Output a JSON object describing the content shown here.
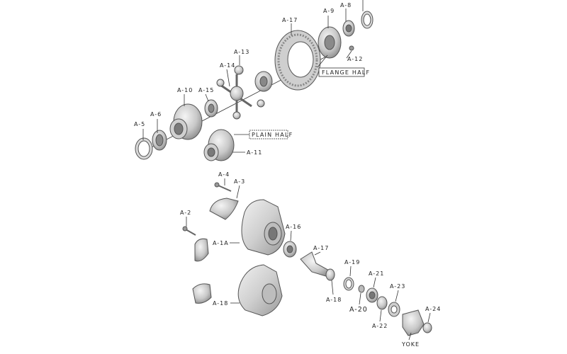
{
  "labels": {
    "a1a": "A-1A",
    "a2": "A-2",
    "a3": "A-3",
    "a4": "A-4",
    "a5": "A-5",
    "a6": "A-6",
    "a8": "A-8",
    "a9": "A-9",
    "a10": "A-10",
    "a11": "A-11",
    "a12": "A-12",
    "a13": "A-13",
    "a14": "A-14",
    "a15": "A-15",
    "a16": "A-16",
    "a17_top": "A-17",
    "a17_bottom": "A-17",
    "a18": "A-18",
    "a18_housing": "A-18",
    "a19": "A-19",
    "a20": "A-20",
    "a21": "A-21",
    "a22": "A-22",
    "a23": "A-23",
    "a24": "A-24",
    "flange_half": "FLANGE HALF",
    "plain_half": "PLAIN HALF",
    "yoke": "YOKE"
  },
  "colors": {
    "line": "#333333",
    "part_light": "#e6e6e6",
    "part_mid": "#bdbdbd",
    "part_dark": "#8a8a8a",
    "background": "#ffffff"
  }
}
